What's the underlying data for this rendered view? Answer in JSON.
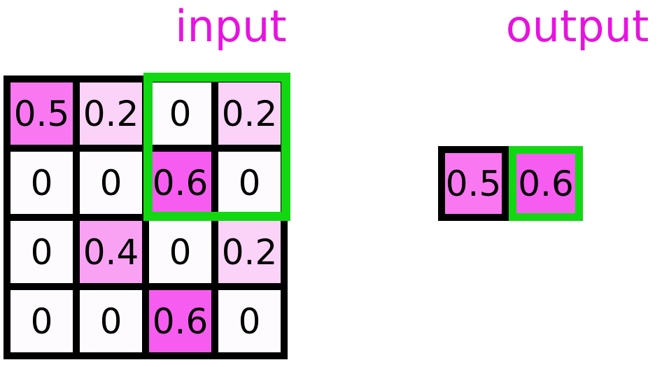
{
  "titles": {
    "input": "input",
    "output": "output"
  },
  "colors": {
    "title": "#e812e0",
    "grid_line": "#000000",
    "highlight_green": "#12d812",
    "number_text": "#000000",
    "value_colors": {
      "0": "#fefbfe",
      "0.2": "#fbd2f8",
      "0.4": "#f9a2f3",
      "0.5": "#f978f1",
      "0.6": "#f65cef"
    }
  },
  "input_grid": {
    "rows": 4,
    "cols": 4,
    "values": [
      [
        "0.5",
        "0.2",
        "0",
        "0.2"
      ],
      [
        "0",
        "0",
        "0.6",
        "0"
      ],
      [
        "0",
        "0.4",
        "0",
        "0.2"
      ],
      [
        "0",
        "0",
        "0.6",
        "0"
      ]
    ],
    "highlight_window": {
      "row_start": 1,
      "row_end": 2,
      "col_start": 3,
      "col_end": 4,
      "description": "green 2x2 pooling window over top-right block"
    }
  },
  "output_grid": {
    "cells": [
      {
        "value": "0.5",
        "highlighted": false
      },
      {
        "value": "0.6",
        "highlighted": true
      }
    ]
  }
}
